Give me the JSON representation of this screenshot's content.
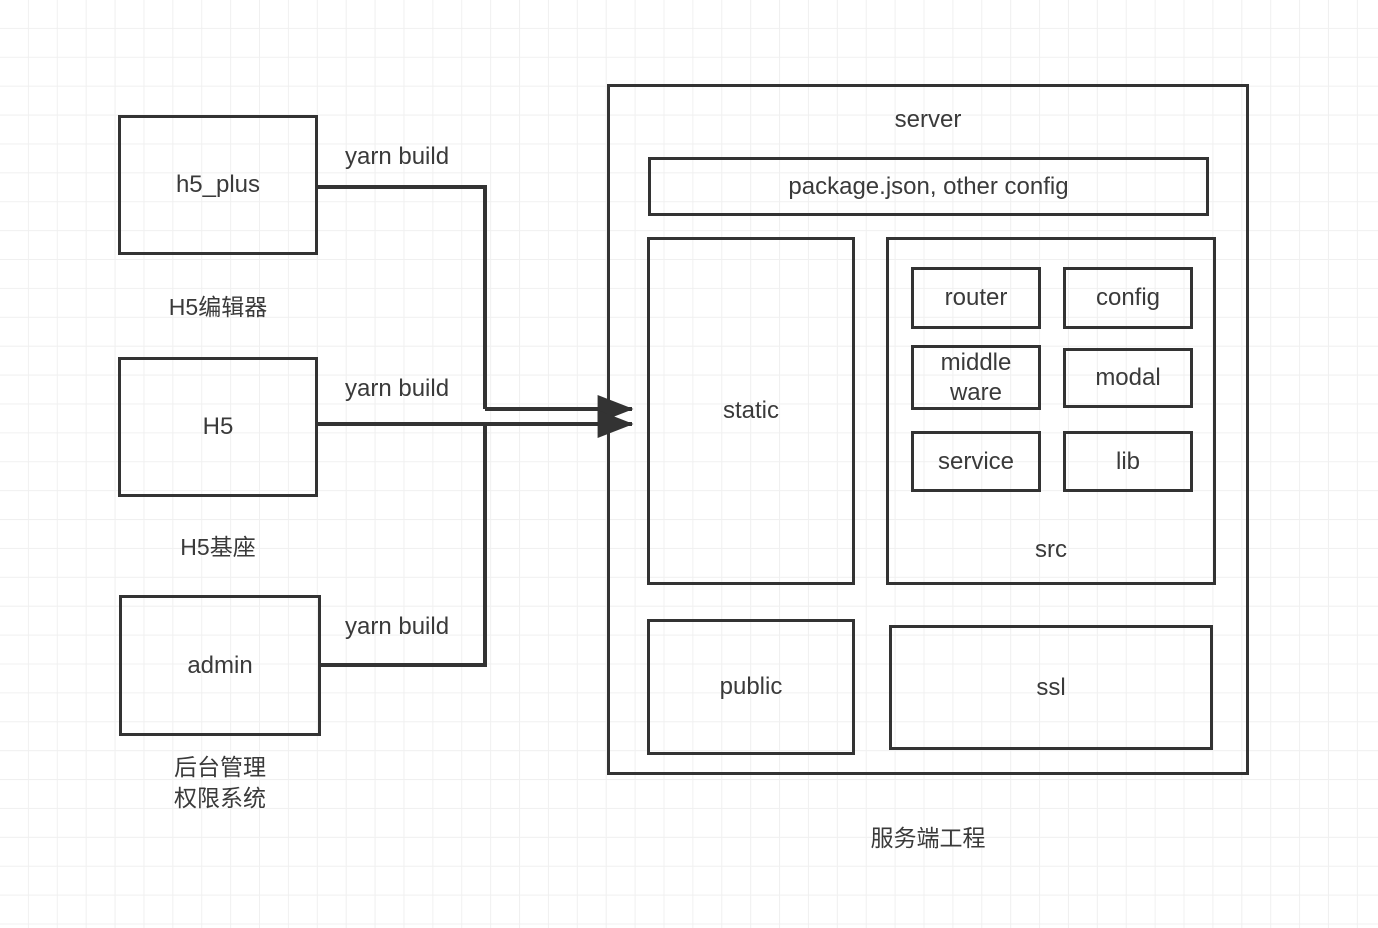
{
  "diagram": {
    "title_caption_server": "服务端工程",
    "sources": [
      {
        "id": "h5_plus",
        "label": "h5_plus",
        "caption": "H5编辑器",
        "edge_label": "yarn build"
      },
      {
        "id": "h5",
        "label": "H5",
        "caption": "H5基座",
        "edge_label": "yarn build"
      },
      {
        "id": "admin",
        "label": "admin",
        "caption": "后台管理\n权限系统",
        "edge_label": "yarn build"
      }
    ],
    "server": {
      "label": "server",
      "config_box": "package.json, other config",
      "static_box": "static",
      "public_box": "public",
      "ssl_box": "ssl",
      "src": {
        "label": "src",
        "modules": [
          "router",
          "config",
          "middle\nware",
          "modal",
          "service",
          "lib"
        ]
      }
    },
    "colors": {
      "stroke": "#333333",
      "text": "#3a3a3a",
      "grid": "#f0f0f0",
      "background": "#ffffff"
    }
  }
}
